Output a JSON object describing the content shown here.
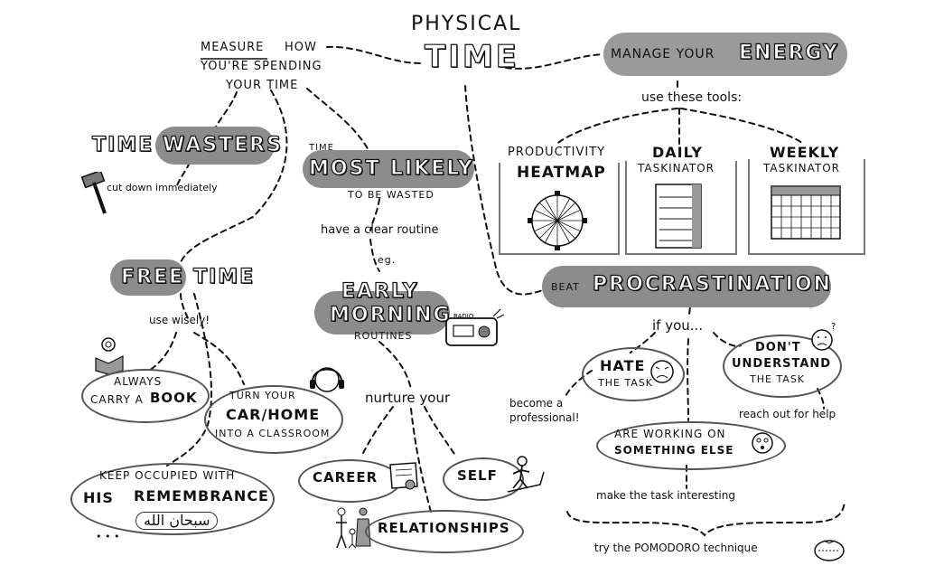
{
  "title": {
    "line1": "PHYSICAL",
    "line2": "TIME"
  },
  "measure": {
    "line1a": "MEASURE",
    "line1b": "HOW",
    "line2": "YOU'RE SPENDING",
    "line3": "YOUR TIME"
  },
  "time_wasters": {
    "w1": "TIME",
    "w2": "WASTERS",
    "note": "cut down immediately"
  },
  "most_likely": {
    "pre": "TIME",
    "w1": "MOST",
    "w2": "LIKELY",
    "post": "TO BE WASTED",
    "routine": "have a clear routine",
    "eg": "eg."
  },
  "free_time": {
    "w1": "FREE",
    "w2": "TIME",
    "note": "use wisely!"
  },
  "early_morning": {
    "w1": "EARLY",
    "w2": "MORNING",
    "post": "ROUTINES",
    "radio_label": "RADIO"
  },
  "energy": {
    "pre": "MANAGE YOUR",
    "w": "ENERGY",
    "tools": "use these tools:"
  },
  "tools": {
    "heatmap": {
      "l1": "PRODUCTIVITY",
      "l2": "HEATMAP"
    },
    "daily": {
      "l1": "DAILY",
      "l2": "TASKINATOR"
    },
    "weekly": {
      "l1": "WEEKLY",
      "l2": "TASKINATOR"
    }
  },
  "procrastination": {
    "pre": "BEAT",
    "w": "PROCRASTINATION",
    "ifyou": "if you..."
  },
  "hate": {
    "l1": "HATE",
    "l2": "THE TASK",
    "advice1": "become a",
    "advice2": "professional!"
  },
  "dont": {
    "l1": "DON'T",
    "l2": "UNDERSTAND",
    "l3": "THE TASK",
    "advice": "reach out for help"
  },
  "working": {
    "l1": "ARE WORKING ON",
    "l2": "SOMETHING ELSE",
    "advice": "make the task interesting"
  },
  "pomodoro": "try the POMODORO technique",
  "book": {
    "l1": "ALWAYS",
    "l2a": "CARRY A",
    "l2b": "BOOK"
  },
  "car": {
    "l1": "TURN YOUR",
    "l2": "CAR/HOME",
    "l3": "INTO A CLASSROOM"
  },
  "keep": {
    "l1": "KEEP OCCUPIED WITH",
    "l2a": "HIS",
    "l2b": "REMEMBRANCE",
    "arabic": "سبحان الله",
    "dots": "• • •"
  },
  "nurture": {
    "label": "nurture your",
    "career": "CAREER",
    "self": "SELF",
    "relationships": "RELATIONSHIPS"
  },
  "colors": {
    "pill": "#8c8c8c",
    "line": "#111111",
    "frame": "#777777"
  },
  "icons": [
    "hammer-icon",
    "reading-person-icon",
    "headphones-person-icon",
    "radio-icon",
    "certificate-icon",
    "family-icon",
    "treadmill-person-icon",
    "sad-face-icon",
    "confused-face-icon",
    "dizzy-face-icon",
    "clock-wheel-icon",
    "calendar-grid-icon",
    "list-icon",
    "tomato-timer-icon"
  ]
}
